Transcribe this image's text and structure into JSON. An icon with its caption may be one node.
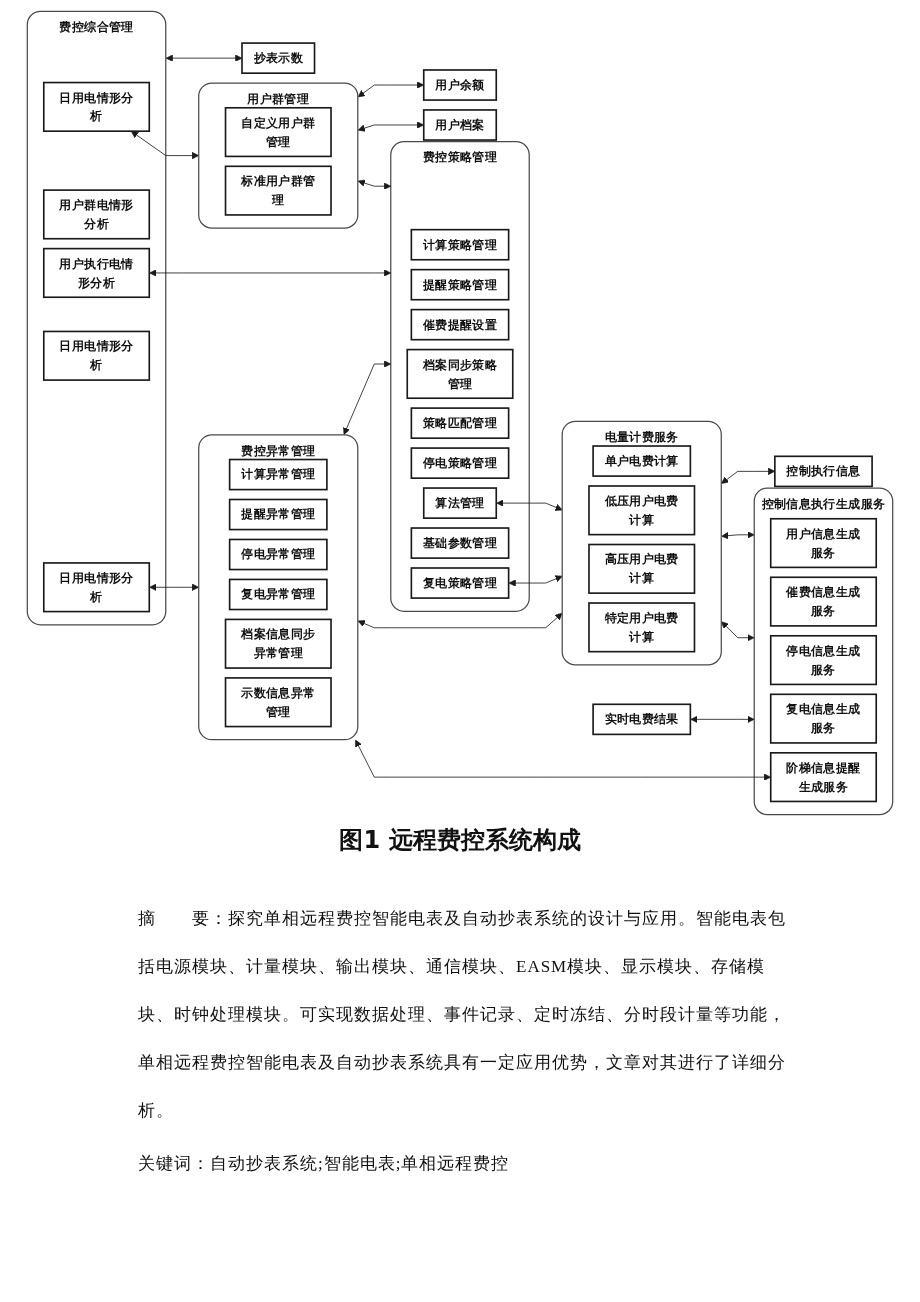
{
  "diagram": {
    "caption": "图1 远程费控系统构成",
    "nodes": [
      {
        "text": [
          "抄表示数"
        ]
      },
      {
        "text": [
          "费控综合管理"
        ]
      },
      {
        "text": [
          "日用电情形分析"
        ],
        "in": 1
      },
      {
        "text": [
          "用户群电情形分析"
        ],
        "in": 1
      },
      {
        "text": [
          "用户执行电情形分析"
        ],
        "in": 1
      },
      {
        "text": [
          "日用电情形分析"
        ],
        "in": 1
      },
      {
        "text": [
          "日用电情形分析"
        ],
        "in": 1
      },
      {
        "text": [
          "用户余额"
        ]
      },
      {
        "text": [
          "用户档案"
        ]
      },
      {
        "text": [
          "用户群管理"
        ]
      },
      {
        "text": [
          "自定义用户群管理"
        ],
        "in": 9
      },
      {
        "text": [
          "标准用户群管理"
        ],
        "in": 9
      },
      {
        "text": [
          "费控策略管理"
        ]
      },
      {
        "text": [
          "计算策略管理"
        ],
        "in": 12
      },
      {
        "text": [
          "提醒策略管理"
        ],
        "in": 12
      },
      {
        "text": [
          "催费提醒设置"
        ],
        "in": 12
      },
      {
        "text": [
          "档案同步策略管理"
        ],
        "in": 12
      },
      {
        "text": [
          "策略匹配管理"
        ],
        "in": 12
      },
      {
        "text": [
          "停电策略管理"
        ],
        "in": 12
      },
      {
        "text": [
          "算法管理"
        ],
        "in": 12
      },
      {
        "text": [
          "基础参数管理"
        ],
        "in": 12
      },
      {
        "text": [
          "复电策略管理"
        ],
        "in": 12
      },
      {
        "text": [
          "费控异常管理"
        ]
      },
      {
        "text": [
          "计算异常管理"
        ],
        "in": 22
      },
      {
        "text": [
          "提醒异常管理"
        ],
        "in": 22
      },
      {
        "text": [
          "停电异常管理"
        ],
        "in": 22
      },
      {
        "text": [
          "复电异常管理"
        ],
        "in": 22
      },
      {
        "text": [
          "档案信息同步异常管理"
        ],
        "in": 22
      },
      {
        "text": [
          "示数信息异常管理"
        ],
        "in": 22
      },
      {
        "text": [
          "控制执行信息"
        ]
      },
      {
        "text": [
          "电量计费服务"
        ]
      },
      {
        "text": [
          "单户电费计算"
        ],
        "in": 30
      },
      {
        "text": [
          "低压用户电费计算"
        ],
        "in": 30
      },
      {
        "text": [
          "高压用户电费计算"
        ],
        "in": 30
      },
      {
        "text": [
          "特定用户电费计算"
        ],
        "in": 30
      },
      {
        "text": [
          "实时电费结果"
        ]
      },
      {
        "text": [
          "控制信息执行生成服务"
        ]
      },
      {
        "text": [
          "用户信息生成服务"
        ],
        "in": 36
      },
      {
        "text": [
          "催费信息生成服务"
        ],
        "in": 36
      },
      {
        "text": [
          "停电信息生成服务"
        ],
        "in": 36
      },
      {
        "text": [
          "复电信息生成服务"
        ],
        "in": 36
      },
      {
        "text": [
          "阶梯信息提醒生成服务"
        ],
        "in": 36
      }
    ],
    "edges": [
      {
        "from": 1,
        "to": 0,
        "arrow": "both"
      },
      {
        "from": 2,
        "to": 9,
        "arrow": "both"
      },
      {
        "from": 4,
        "to": 12,
        "arrow": "both"
      },
      {
        "from": 6,
        "to": 22,
        "arrow": "both"
      },
      {
        "from": 9,
        "to": 7,
        "arrow": "both"
      },
      {
        "from": 9,
        "to": 8,
        "arrow": "both"
      },
      {
        "from": 9,
        "to": 12,
        "arrow": "both"
      },
      {
        "from": 22,
        "to": 12,
        "arrow": "both"
      },
      {
        "from": 19,
        "to": 30,
        "arrow": "both"
      },
      {
        "from": 21,
        "to": 30,
        "arrow": "both"
      },
      {
        "from": 30,
        "to": 29,
        "arrow": "both"
      },
      {
        "from": 22,
        "to": 30,
        "arrow": "both"
      },
      {
        "from": 30,
        "to": 36,
        "arrow": "both"
      },
      {
        "from": 30,
        "to": 36,
        "arrow": "both"
      },
      {
        "from": 22,
        "to": 41,
        "arrow": "both"
      },
      {
        "from": 35,
        "to": 36,
        "arrow": "both"
      }
    ],
    "labels": [
      "摘　　要：探究单相远程费控智能电表及自动抄表系统的设计与应用。智能电表包括电源模块、计量模块、输出模块、通信模块、EASM模块、显示模块、存储模块、时钟处理模块。可实现数据处理、事件记录、定时冻结、分时段计量等功能，单相远程费控智能电表及自动抄表系统具有一定应用优势，文章对其进行了详细分析。",
      "关键词：自动抄表系统;智能电表;单相远程费控"
    ]
  }
}
